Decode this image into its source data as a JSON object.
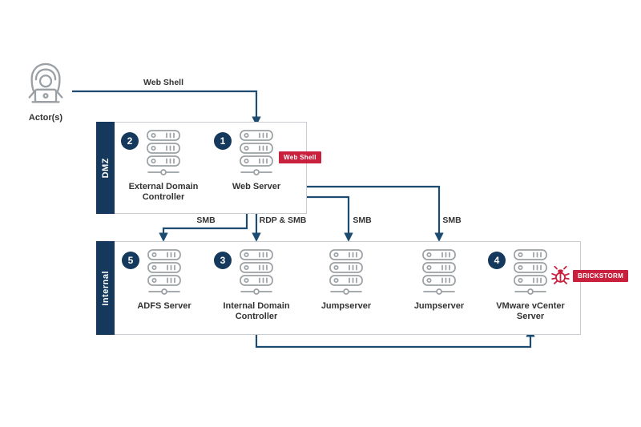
{
  "colors": {
    "navy": "#14395D",
    "arrow": "#1D4C70",
    "crimson": "#C9203E",
    "icon_gray": "#9BA0A4",
    "border_gray": "#C9CDD1",
    "text_dark": "#333333"
  },
  "actor": {
    "label": "Actor(s)"
  },
  "connections": {
    "web_shell": "Web Shell",
    "rdp": "RDP",
    "smb_adfs": "SMB",
    "rdp_smb": "RDP & SMB",
    "smb_jump1": "SMB",
    "smb_jump2": "SMB"
  },
  "badges": {
    "web_shell": "Web Shell",
    "brickstorm": "BRICKSTORM"
  },
  "zones": {
    "dmz": {
      "label": "DMZ",
      "servers": [
        {
          "number": "2",
          "name": "External Domain Controller"
        },
        {
          "number": "1",
          "name": "Web Server"
        }
      ]
    },
    "internal": {
      "label": "Internal",
      "servers": [
        {
          "number": "5",
          "name": "ADFS Server"
        },
        {
          "number": "3",
          "name": "Internal Domain Controller"
        },
        {
          "number": "",
          "name": "Jumpserver"
        },
        {
          "number": "",
          "name": "Jumpserver"
        },
        {
          "number": "4",
          "name": "VMware vCenter Server"
        }
      ]
    }
  }
}
